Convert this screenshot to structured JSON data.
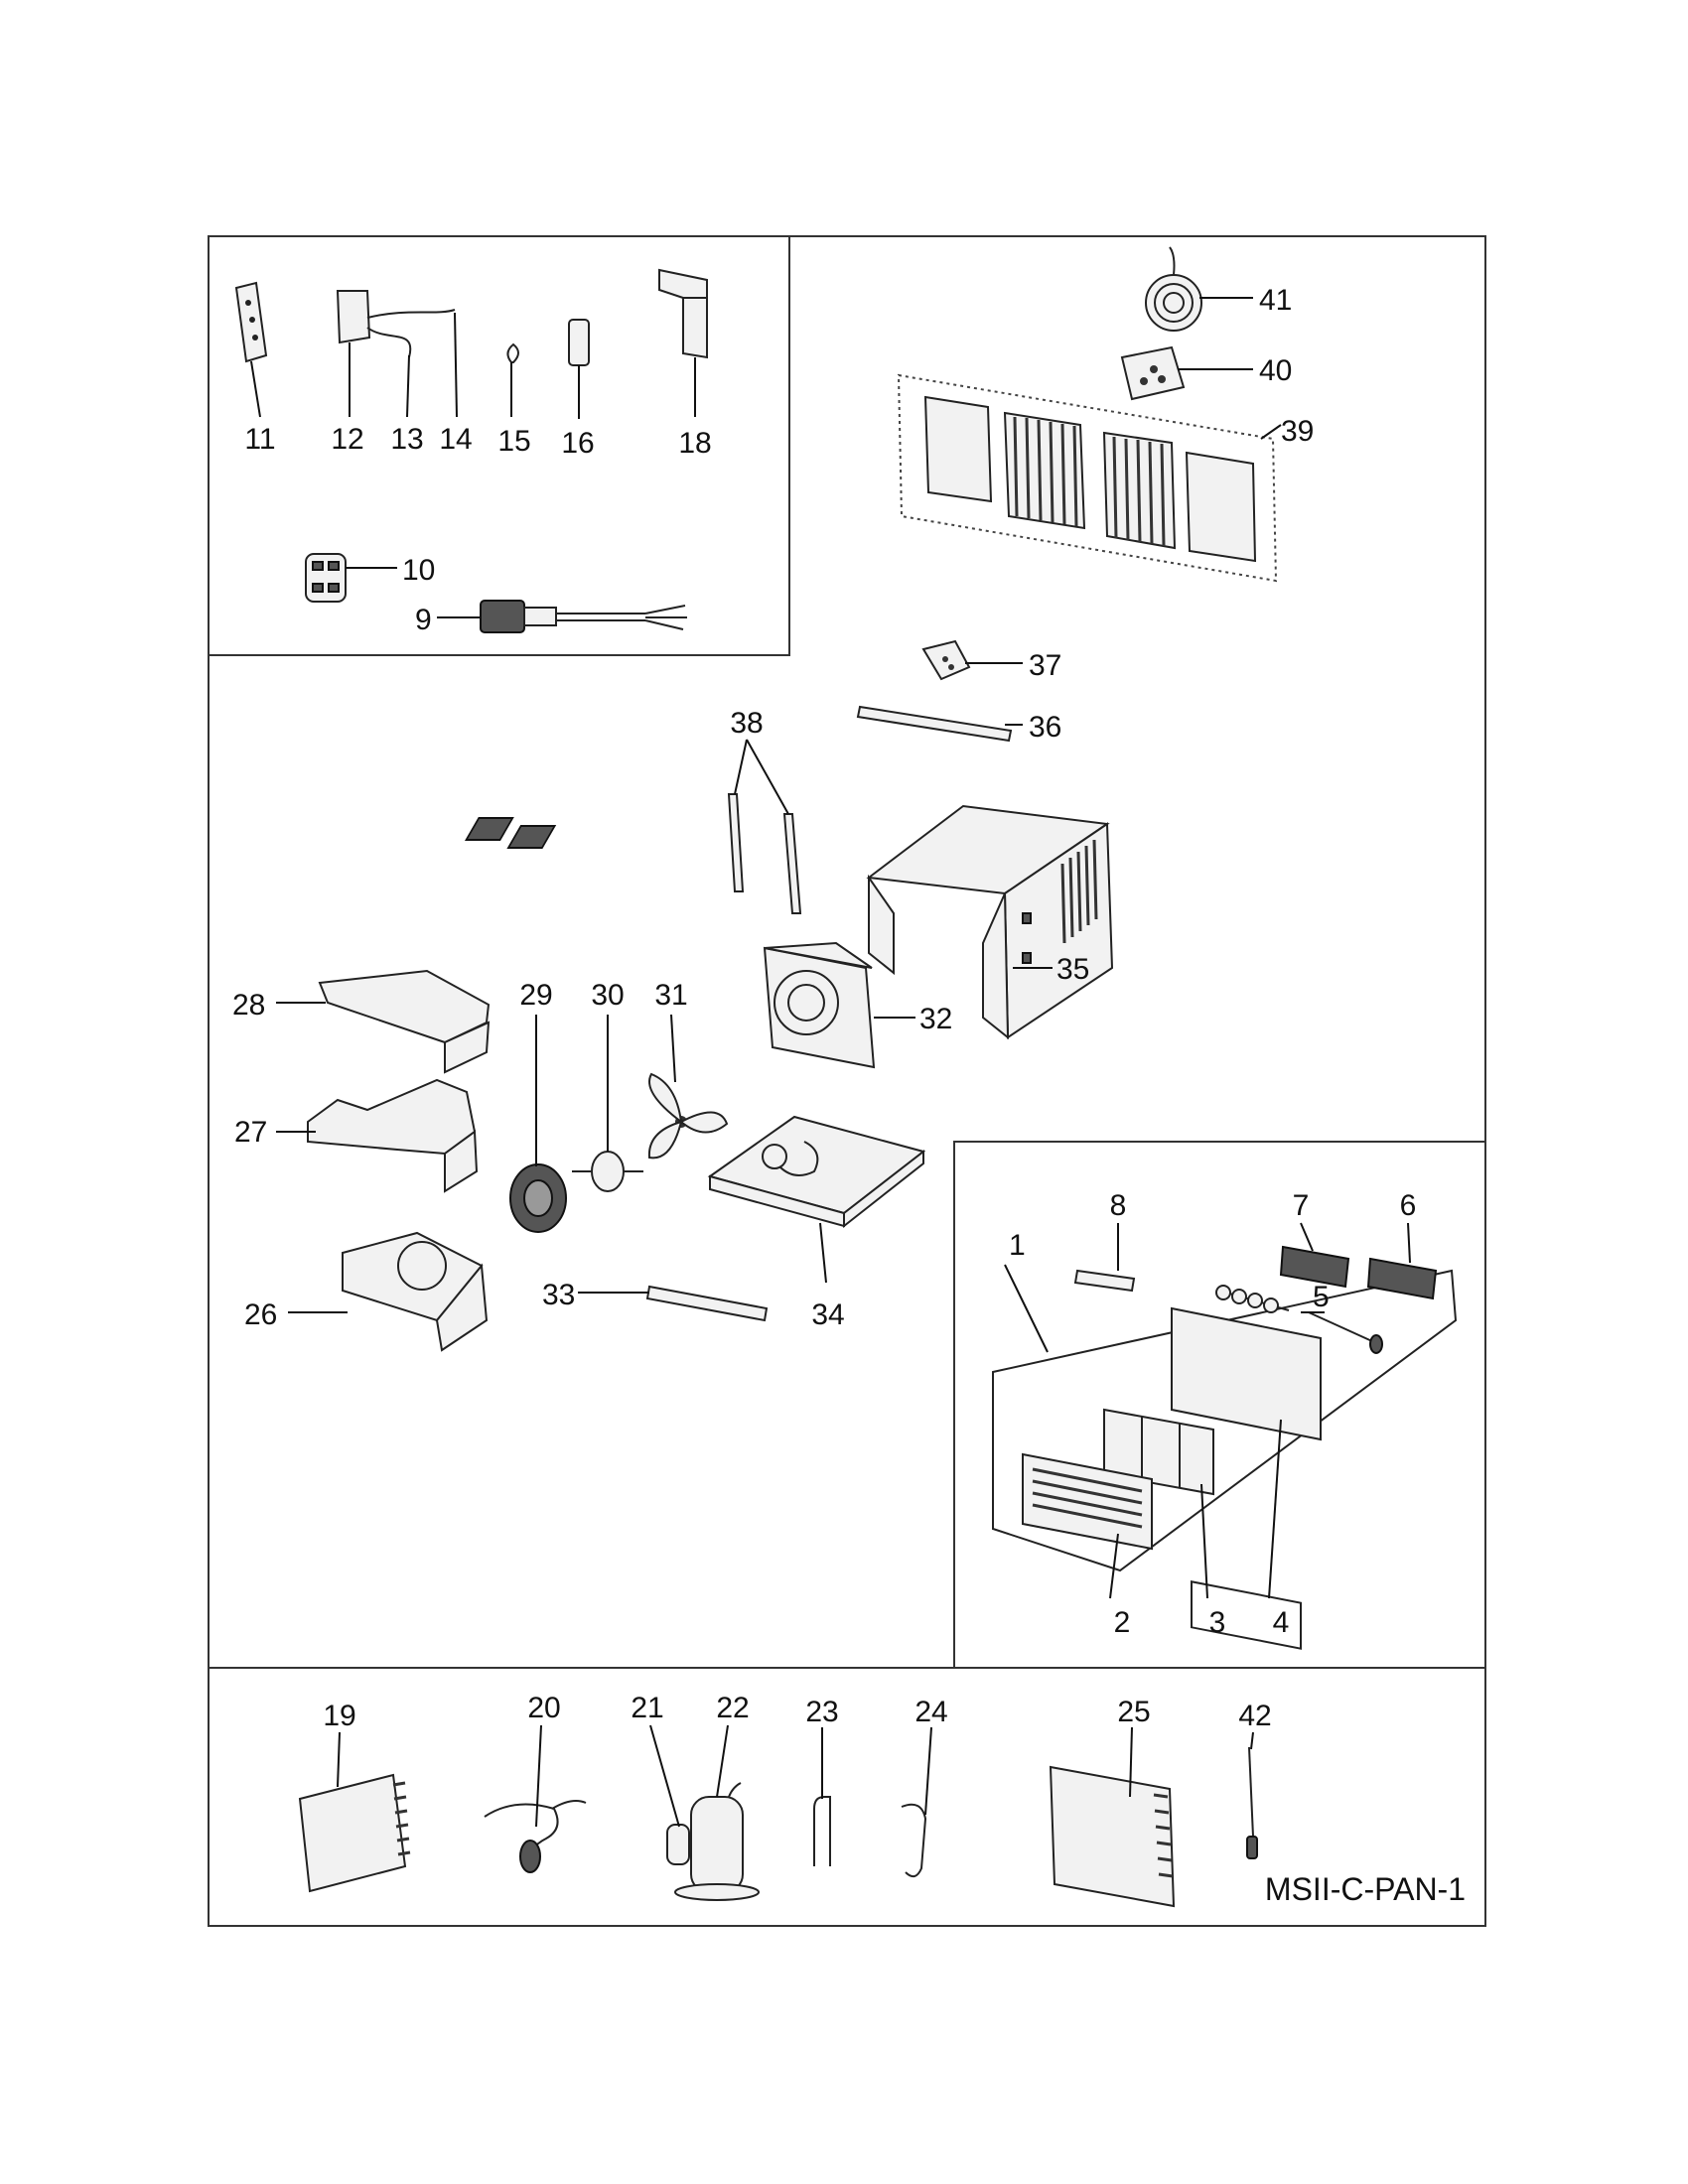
{
  "drawing": {
    "code": "MSII-C-PAN-1",
    "callouts": {
      "n1": "1",
      "n2": "2",
      "n3": "3",
      "n4": "4",
      "n5": "5",
      "n6": "6",
      "n7": "7",
      "n8": "8",
      "n9": "9",
      "n10": "10",
      "n11": "11",
      "n12": "12",
      "n13": "13",
      "n14": "14",
      "n15": "15",
      "n16": "16",
      "n18": "18",
      "n19": "19",
      "n20": "20",
      "n21": "21",
      "n22": "22",
      "n23": "23",
      "n24": "24",
      "n25": "25",
      "n26": "26",
      "n27": "27",
      "n28": "28",
      "n29": "29",
      "n30": "30",
      "n31": "31",
      "n32": "32",
      "n33": "33",
      "n34": "34",
      "n35": "35",
      "n36": "36",
      "n37": "37",
      "n38": "38",
      "n39": "39",
      "n40": "40",
      "n41": "41",
      "n42": "42"
    }
  }
}
